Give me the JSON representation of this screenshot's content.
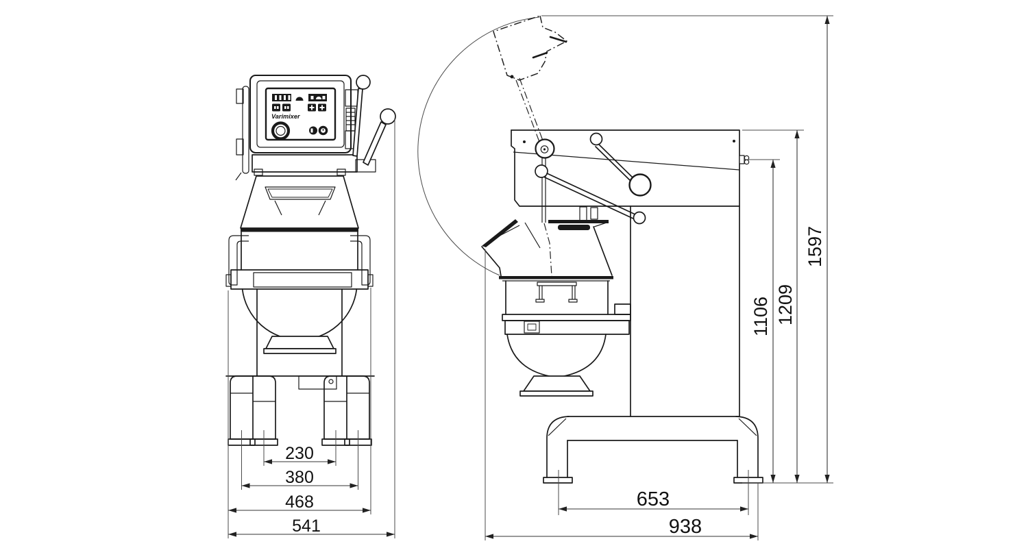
{
  "brand_label": "Varimixer",
  "front_view": {
    "dims": {
      "feet_inner": "230",
      "feet_outer": "380",
      "base_width": "468",
      "overall_width": "541"
    }
  },
  "side_view": {
    "dims": {
      "feet_spacing": "653",
      "overall_depth": "938",
      "height_handle": "1106",
      "height_body": "1209",
      "height_lid_open": "1597"
    }
  }
}
